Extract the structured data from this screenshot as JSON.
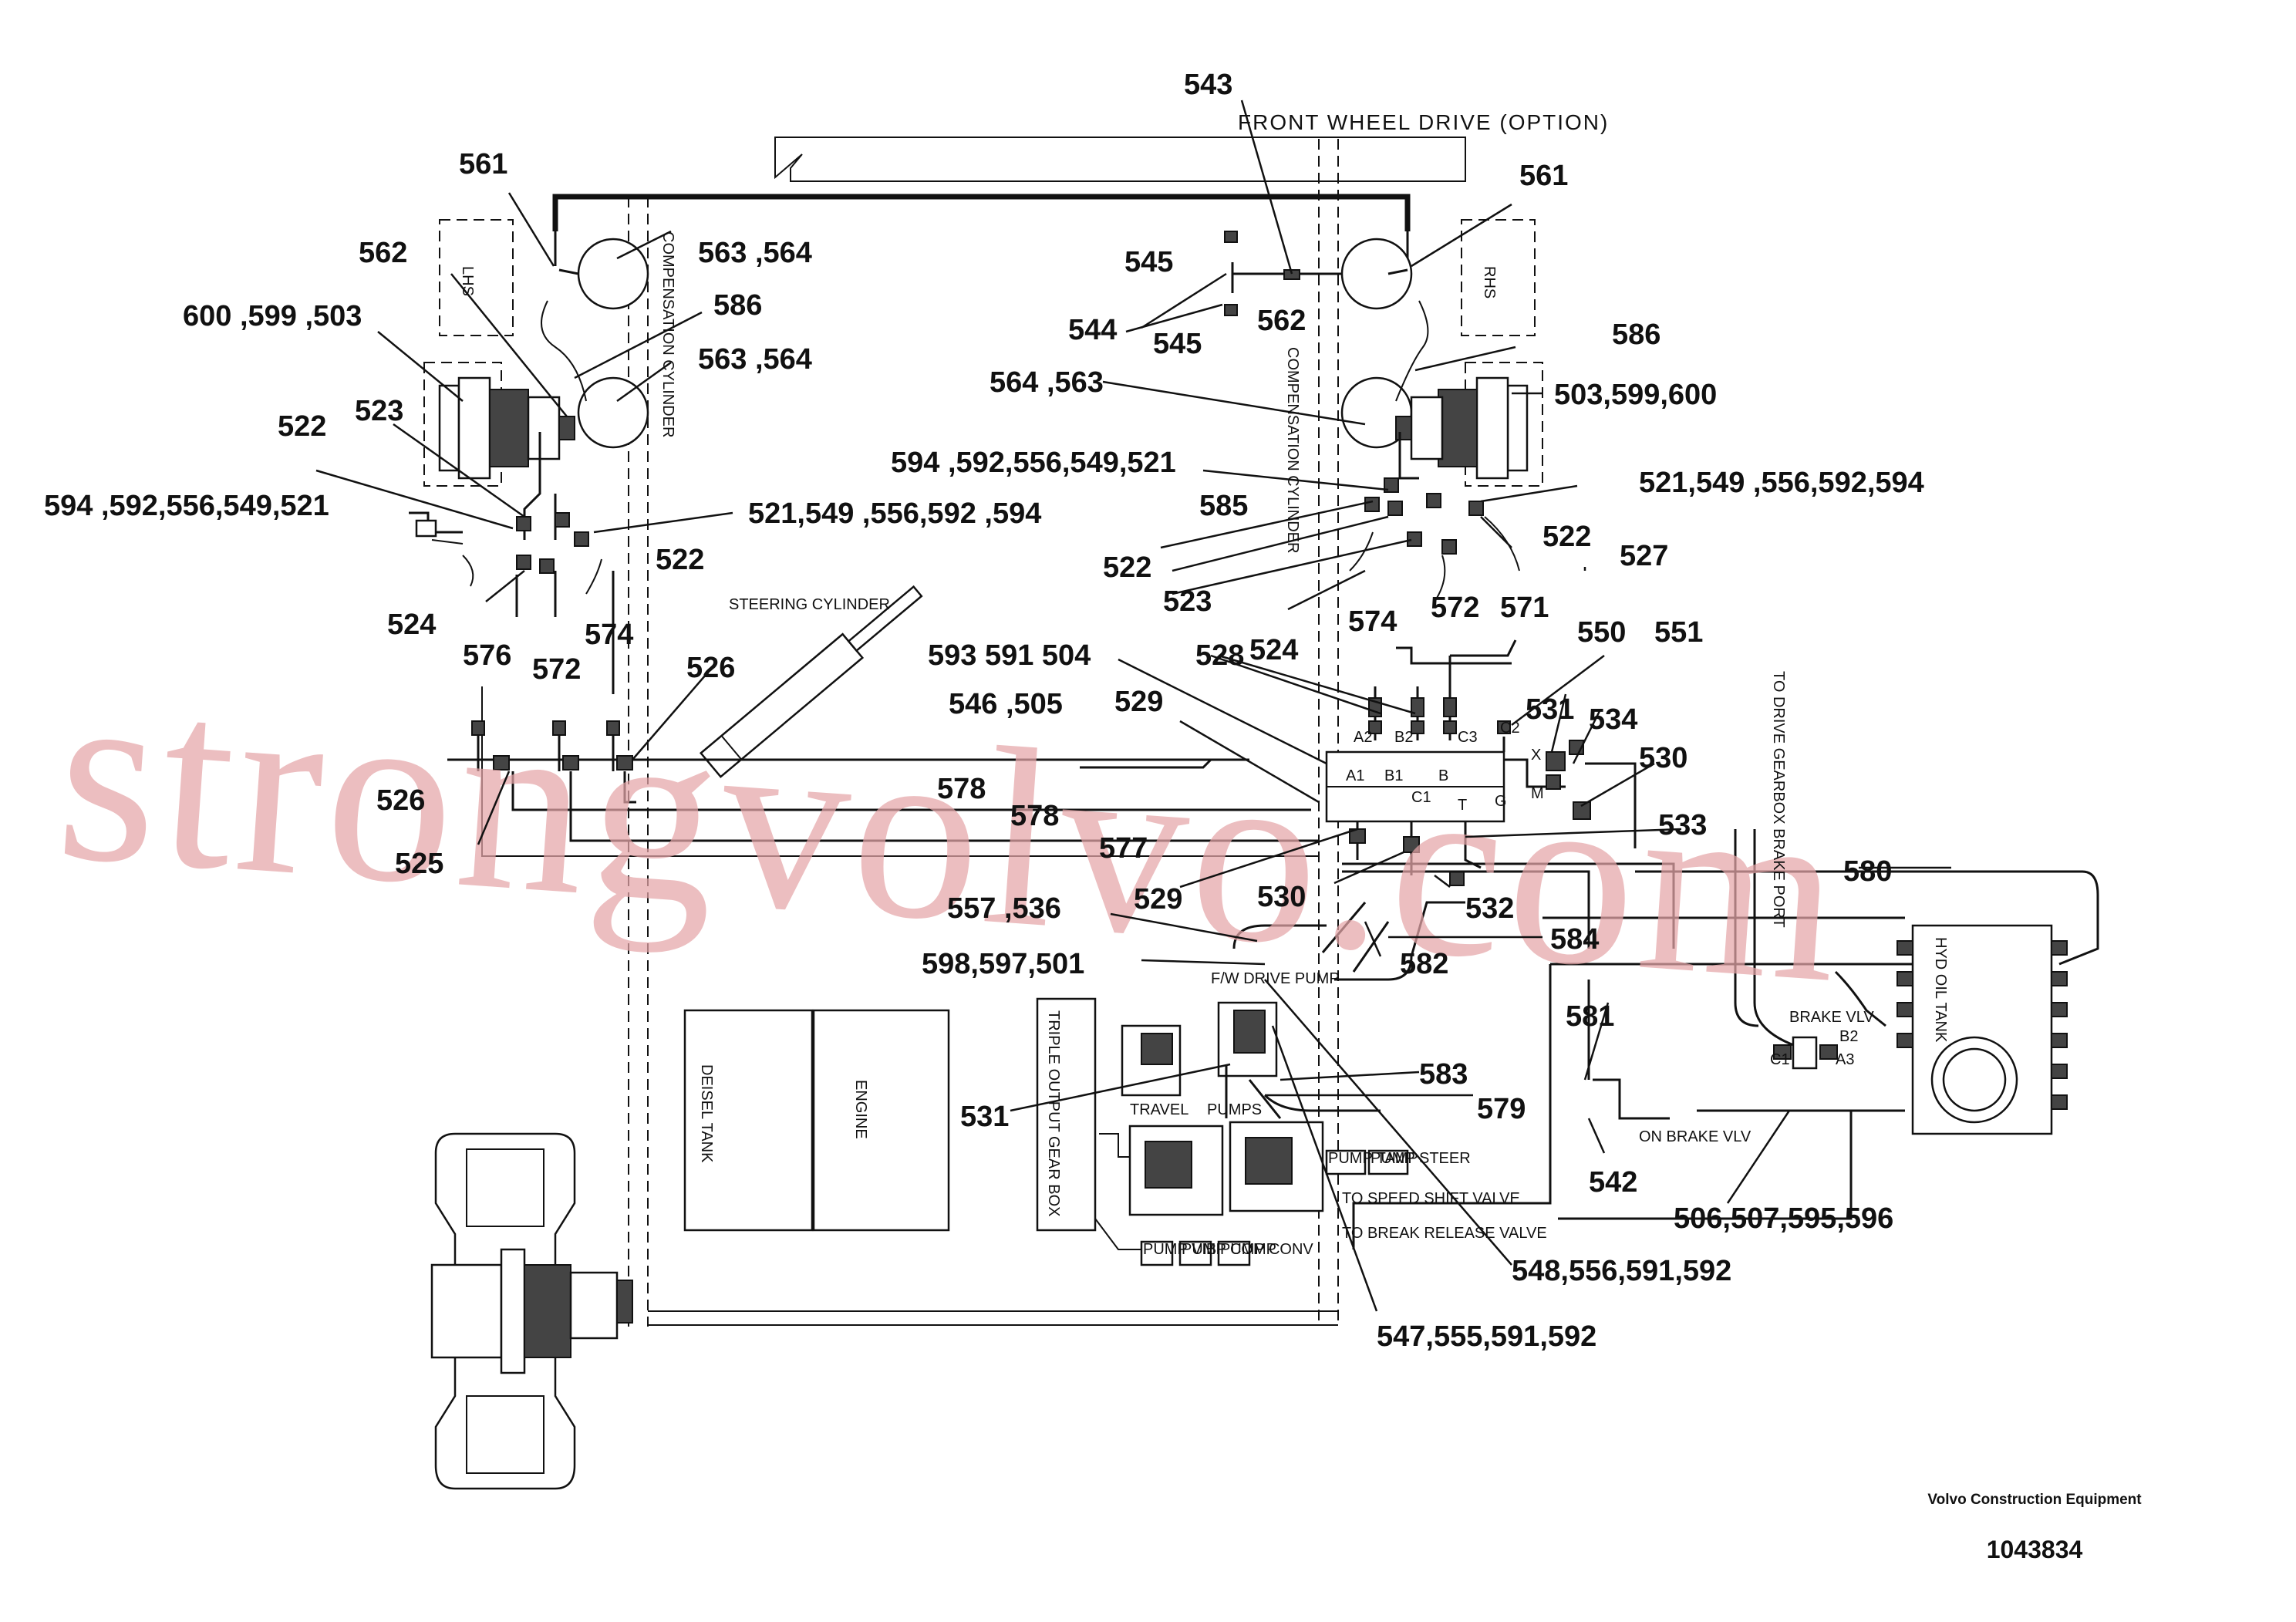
{
  "diagram": {
    "header_text": "FRONT WHEEL DRIVE (OPTION)",
    "watermark": "strongvolvo.com",
    "footer": {
      "company": "Volvo Construction Equipment",
      "drawing_number": "1043834"
    },
    "component_labels": {
      "lhs": "LHS",
      "rhs": "RHS",
      "comp_cyl_left": "COMPENSATION CYLINDER",
      "comp_cyl_right": "COMPENSATION CYLINDER",
      "steering_cylinder": "STEERING CYLINDER",
      "diesel_tank": "DEISEL TANK",
      "engine": "ENGINE",
      "triple_gearbox": "TRIPLE OUTPUT GEAR BOX",
      "travel": "TRAVEL",
      "pumps": "PUMPS",
      "fw_drive_pump": "F/W DRIVE PUMP",
      "brake_vlv": "BRAKE VLV",
      "hyd_oil_tank": "HYD OIL TANK",
      "to_drive_gearbox": "TO DRIVE GEARBOX BRAKE PORT",
      "to_speed_shift": "TO SPEED SHIFT VALVE",
      "to_break_release": "TO BREAK RELEASE VALVE",
      "on_brake_vlv": "ON BRAKE VLV",
      "pump_tamp": "PUMP TAMP",
      "pump_steer": "PUMP STEER",
      "pump_vib": "PUMP VIB",
      "pump_comp": "PUMP COMP",
      "pump_conv": "PUMP CONV"
    },
    "ports": [
      "A2",
      "B2",
      "C3",
      "C2",
      "A1",
      "B1",
      "B",
      "C1",
      "T",
      "G",
      "X",
      "M",
      "B2",
      "C1",
      "A3"
    ],
    "callouts": {
      "c543": "543",
      "c561a": "561",
      "c561b": "561",
      "c563_564a": "563 ,564",
      "c562a": "562",
      "c586a": "586",
      "c600_599_503": "600 ,599 ,503",
      "c563_564b": "563 ,564",
      "c545a": "545",
      "c544": "544",
      "c545b": "545",
      "c562b": "562",
      "c586b": "586",
      "c564_563": "564 ,563",
      "c503_599_600": "503,599,600",
      "c522a": "522",
      "c523a": "523",
      "c594_left": "594 ,592,556,549,521",
      "c521_left": "521,549 ,556,592 ,594",
      "c594_mid": "594 ,592,556,549,521",
      "c521_right": "521,549 ,556,592,594",
      "c585": "585",
      "c522b": "522",
      "c522c": "522",
      "c522d": "522",
      "c524a": "524",
      "c523b": "523",
      "c527": "527",
      "c576": "576",
      "c572a": "572",
      "c574a": "574",
      "c574b": "574",
      "c572b": "572",
      "c571": "571",
      "c524b": "524",
      "c550": "550",
      "c551": "551",
      "c526a": "526",
      "c593_591_504": "593 591 504",
      "c528": "528",
      "c531a": "531",
      "c534": "534",
      "c546_505": "546 ,505",
      "c529a": "529",
      "c530a": "530",
      "c526b": "526",
      "c578a": "578",
      "c578b": "578",
      "c525": "525",
      "c577": "577",
      "c533": "533",
      "c529b": "529",
      "c530b": "530",
      "c532": "532",
      "c580": "580",
      "c557_536": "557 ,536",
      "c584": "584",
      "c598_597_501": "598,597,501",
      "c582": "582",
      "c581": "581",
      "c531b": "531",
      "c583": "583",
      "c579": "579",
      "c542": "542",
      "c506_507": "506,507,595,596",
      "c548": "548,556,591,592",
      "c547": "547,555,591,592"
    }
  }
}
